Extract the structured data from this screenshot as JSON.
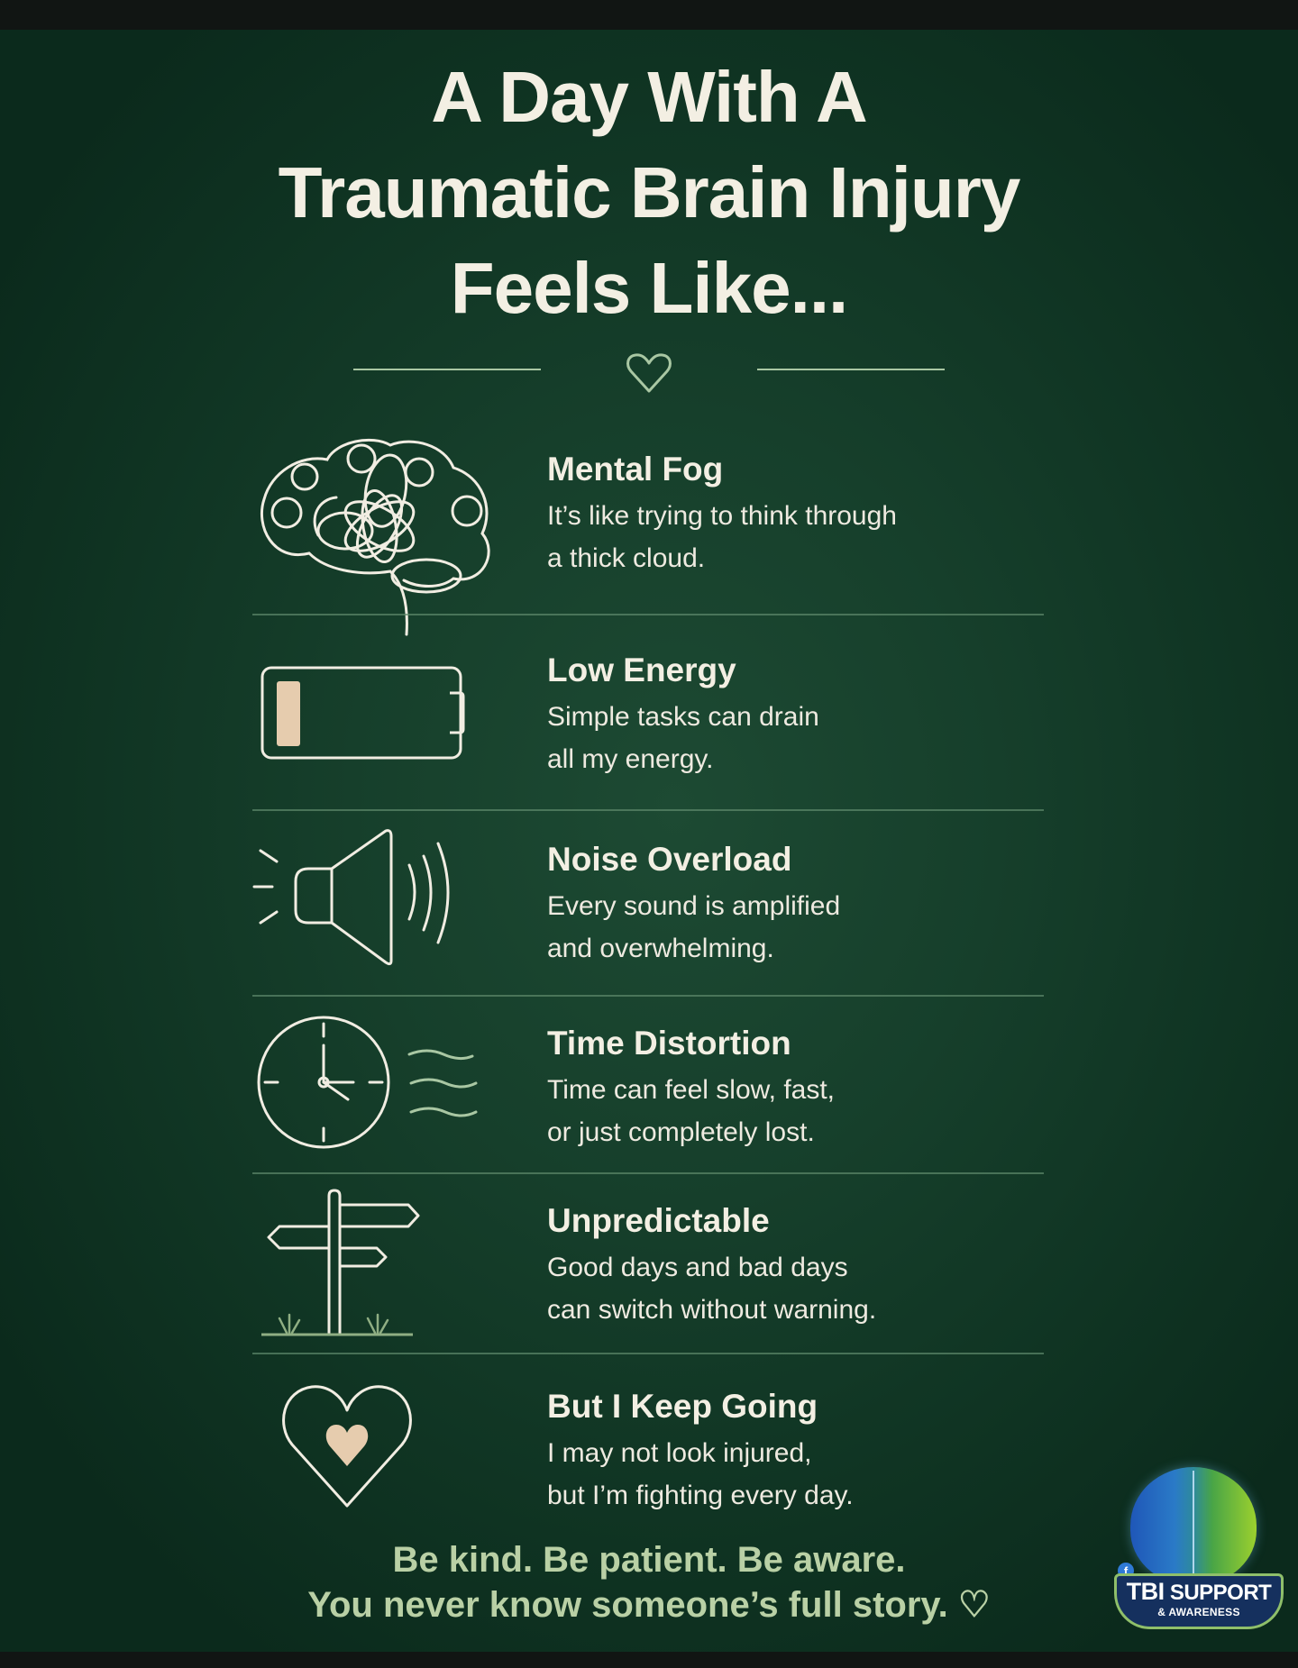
{
  "title": {
    "lines": [
      "A Day With A",
      "Traumatic Brain Injury",
      "Feels Like..."
    ]
  },
  "divider": {
    "icon": "heart-outline-icon"
  },
  "items": [
    {
      "icon": "tangled-brain-icon",
      "heading": "Mental Fog",
      "lines": [
        "It’s like trying to think through",
        "a thick cloud."
      ]
    },
    {
      "icon": "low-battery-icon",
      "heading": "Low Energy",
      "lines": [
        "Simple tasks can drain",
        "all my energy."
      ]
    },
    {
      "icon": "loud-speaker-icon",
      "heading": "Noise Overload",
      "lines": [
        "Every sound is amplified",
        "and overwhelming."
      ]
    },
    {
      "icon": "clock-waves-icon",
      "heading": "Time Distortion",
      "lines": [
        "Time can feel slow, fast,",
        "or just completely lost."
      ]
    },
    {
      "icon": "signpost-icon",
      "heading": "Unpredictable",
      "lines": [
        "Good days and bad days",
        "can switch without warning."
      ]
    },
    {
      "icon": "heart-in-heart-icon",
      "heading": "But I Keep Going",
      "lines": [
        "I may not look injured,",
        "but I’m fighting every day."
      ]
    }
  ],
  "footer": {
    "line1": "Be kind. Be patient. Be aware.",
    "line2": "You never know someone’s full story. ♡"
  },
  "logo": {
    "badge_fb": "f",
    "primary": "TBI",
    "secondary": "SUPPORT",
    "tagline": "& AWARENESS"
  },
  "colors": {
    "background": "#163f2b",
    "title_text": "#f3efe3",
    "accent_green": "#b9d0a5",
    "battery_fill": "#e6ccae",
    "divider_line": "#a9c7a3"
  }
}
